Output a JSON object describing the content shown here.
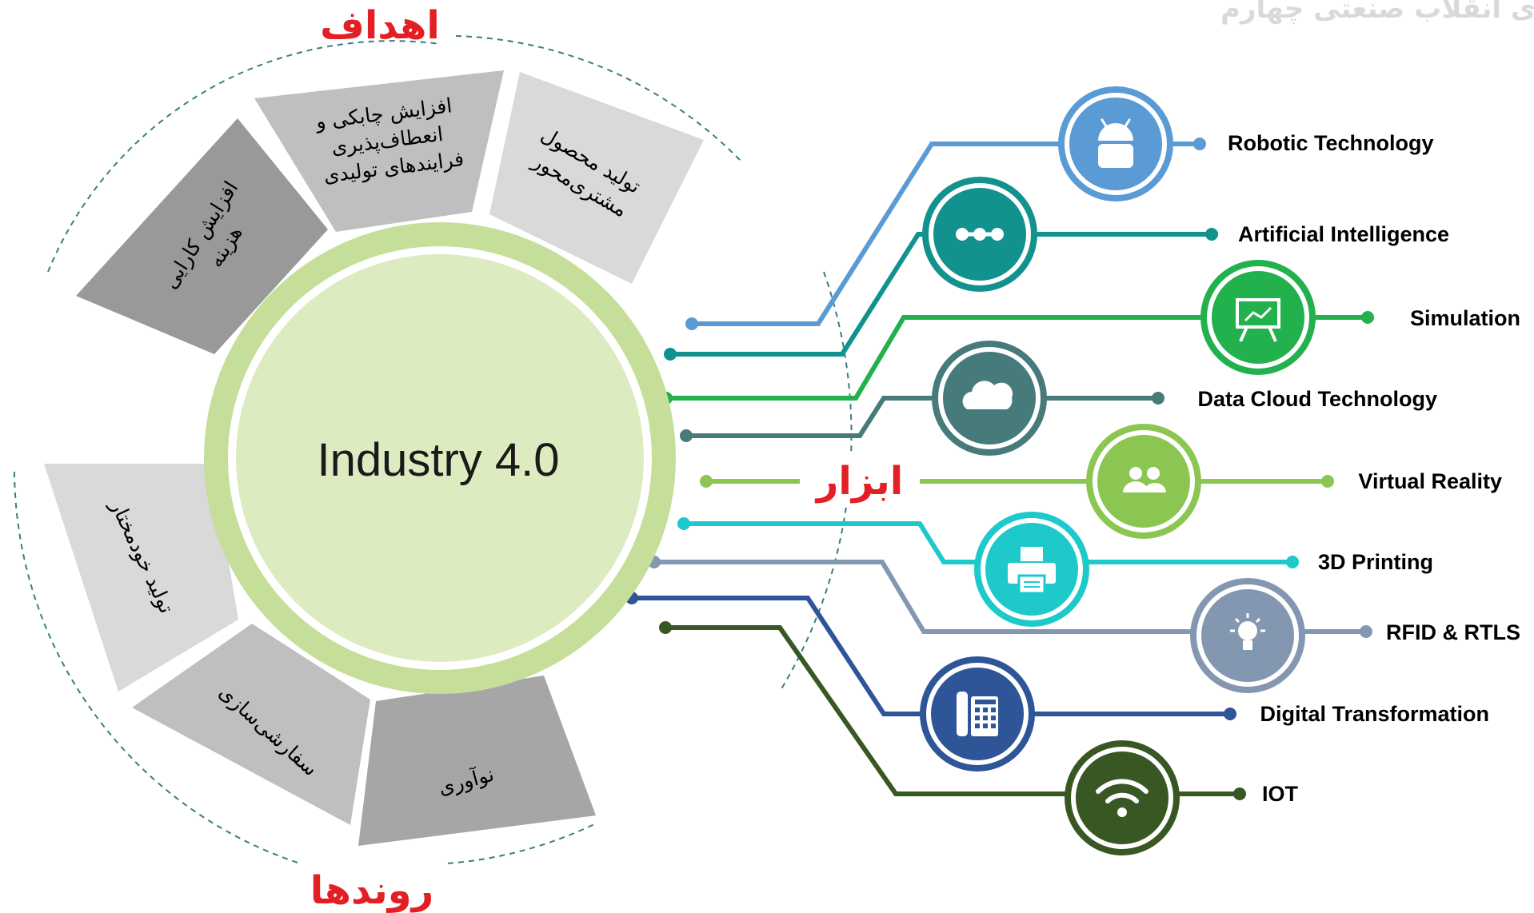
{
  "top_right_caption": "ی انقلاب صنعتی چهارم",
  "center": {
    "title": "Industry 4.0"
  },
  "goals": {
    "title": "اهداف",
    "segments": [
      {
        "lines": [
          "افزایش کارایی",
          "هزینه"
        ]
      },
      {
        "lines": [
          "افزایش چابکی و",
          "انعطاف‌پذیری",
          "فرایندهای تولیدی"
        ]
      },
      {
        "lines": [
          "تولید محصول",
          "مشتری‌محور"
        ]
      }
    ]
  },
  "trends": {
    "title": "روندها",
    "segments": [
      {
        "lines": [
          "تولید خودمختار"
        ]
      },
      {
        "lines": [
          "سفارشی‌سازی"
        ]
      },
      {
        "lines": [
          "نوآوری"
        ]
      }
    ]
  },
  "tools": {
    "title": "ابزار",
    "items": [
      {
        "label": "Robotic Technology",
        "color": "#5b9bd5",
        "icon": "android-icon"
      },
      {
        "label": "Artificial Intelligence",
        "color": "#12928f",
        "icon": "network-nodes-icon"
      },
      {
        "label": "Simulation",
        "color": "#22b14c",
        "icon": "presentation-chart-icon"
      },
      {
        "label": "Data Cloud Technology",
        "color": "#467a7b",
        "icon": "cloud-icon"
      },
      {
        "label": "Virtual Reality",
        "color": "#8bc652",
        "icon": "users-icon"
      },
      {
        "label": "3D Printing",
        "color": "#1ec9cc",
        "icon": "printer-icon"
      },
      {
        "label": "RFID & RTLS",
        "color": "#8497b0",
        "icon": "lightbulb-icon"
      },
      {
        "label": "Digital Transformation",
        "color": "#2e5597",
        "icon": "phone-icon"
      },
      {
        "label": "IOT",
        "color": "#385723",
        "icon": "wifi-icon"
      }
    ]
  }
}
